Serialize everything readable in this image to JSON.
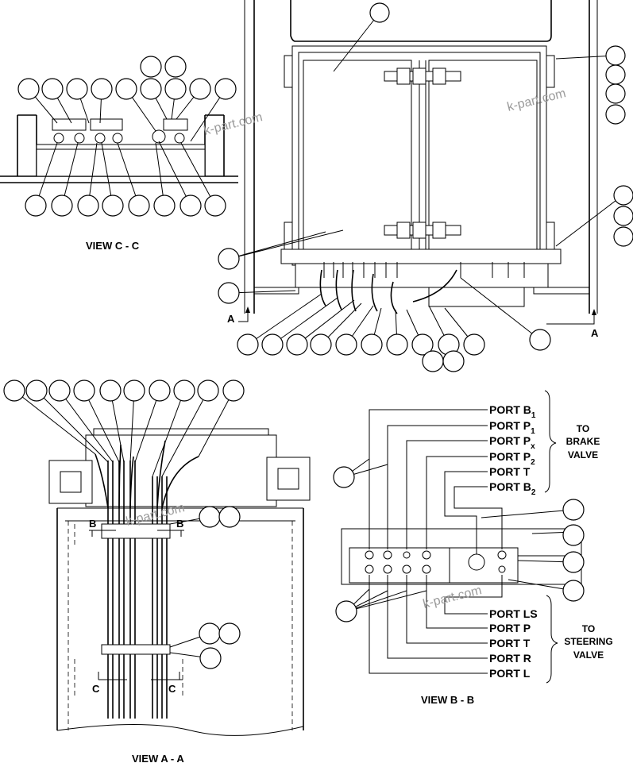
{
  "watermark": "k-part.com",
  "views": {
    "c": {
      "title": "VIEW C - C"
    },
    "a": {
      "title": "VIEW A - A"
    },
    "b": {
      "title": "VIEW B - B"
    }
  },
  "section_marks": {
    "a": "A",
    "b": "B",
    "c": "C"
  },
  "brake_group": {
    "line1": "TO",
    "line2": "BRAKE",
    "line3": "VALVE"
  },
  "steering_group": {
    "line1": "TO",
    "line2": "STEERING",
    "line3": "VALVE"
  },
  "ports_top": [
    {
      "base": "PORT B",
      "sub": "1"
    },
    {
      "base": "PORT P",
      "sub": "1"
    },
    {
      "base": "PORT P",
      "sub": "x"
    },
    {
      "base": "PORT P",
      "sub": "2"
    },
    {
      "base": "PORT T",
      "sub": ""
    },
    {
      "base": "PORT B",
      "sub": "2"
    }
  ],
  "ports_bottom": [
    "PORT LS",
    "PORT P",
    "PORT T",
    "PORT R",
    "PORT L"
  ]
}
